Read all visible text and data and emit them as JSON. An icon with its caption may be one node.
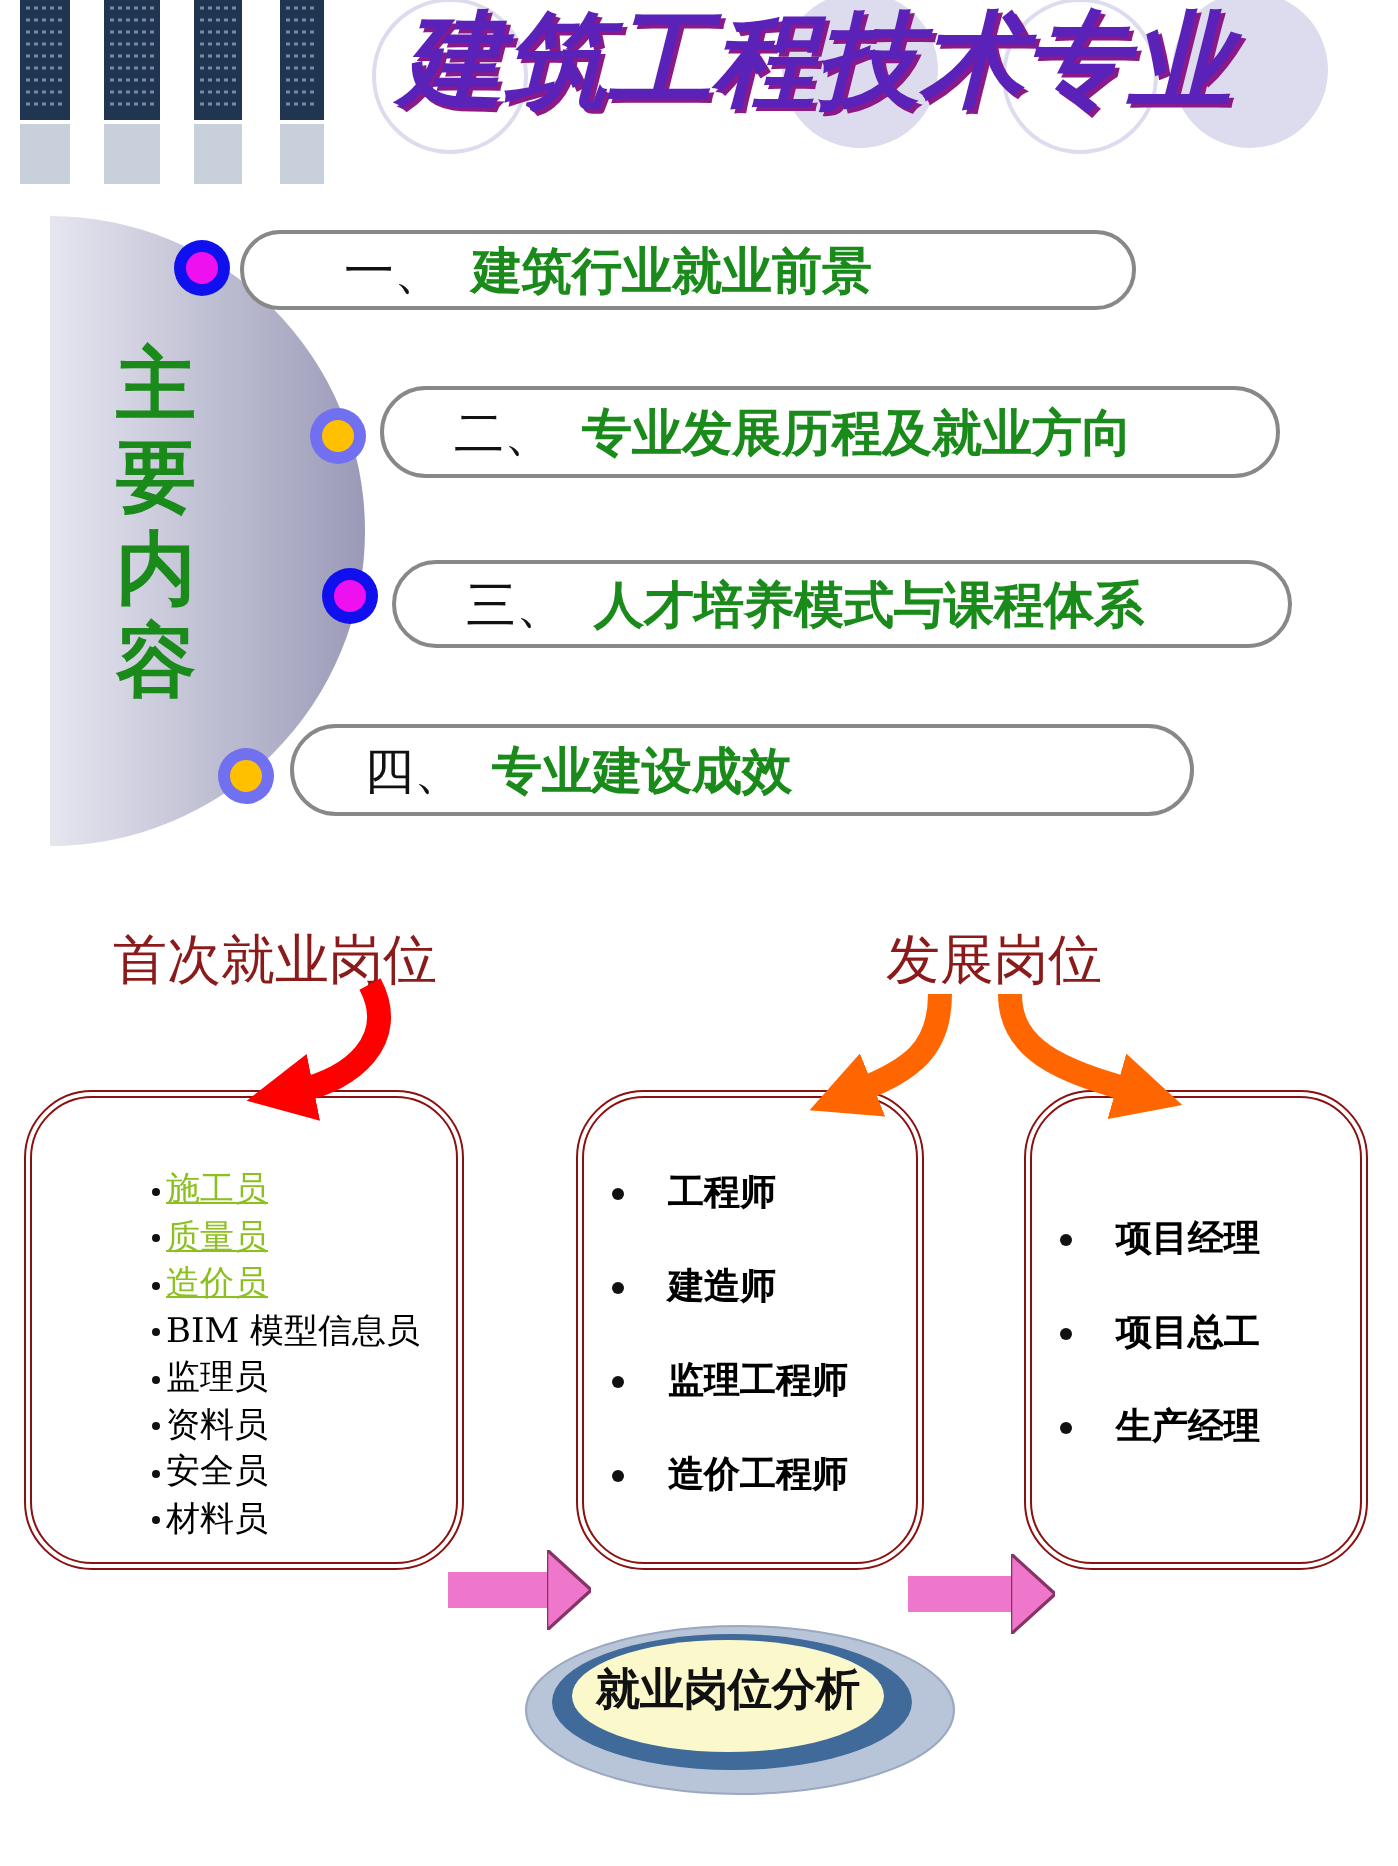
{
  "diagram": {
    "title": "建筑工程技术专业",
    "nodes": [
      {
        "text": [
          "主要内容"
        ]
      },
      {
        "text": [
          "一、",
          "建筑行业就业前景"
        ]
      },
      {
        "text": [
          "二、",
          "专业发展历程及就业方向"
        ]
      },
      {
        "text": [
          "三、",
          "人才培养模式与课程体系"
        ]
      },
      {
        "text": [
          "四、",
          "专业建设成效"
        ]
      },
      {
        "text": [
          "首次就业岗位"
        ]
      },
      {
        "text": [
          "发展岗位"
        ]
      },
      {
        "text": [
          "施工员",
          "质量员",
          "造价员",
          "BIM 模型信息员",
          "监理员",
          "资料员",
          "安全员",
          "材料员"
        ]
      },
      {
        "text": [
          "工程师",
          "建造师",
          "监理工程师",
          "造价工程师"
        ]
      },
      {
        "text": [
          "项目经理",
          "项目总工",
          "生产经理"
        ]
      },
      {
        "text": [
          "就业岗位分析"
        ]
      }
    ],
    "edges": [
      {
        "from": 5,
        "to": 7,
        "arrow": "to",
        "color": "#ff0000"
      },
      {
        "from": 6,
        "to": 8,
        "arrow": "to",
        "color": "#ff6600"
      },
      {
        "from": 6,
        "to": 9,
        "arrow": "to",
        "color": "#ff6600"
      },
      {
        "from": 7,
        "to": 8,
        "arrow": "to",
        "color": "#ee77cc"
      },
      {
        "from": 8,
        "to": 9,
        "arrow": "to",
        "color": "#ee77cc"
      }
    ]
  }
}
